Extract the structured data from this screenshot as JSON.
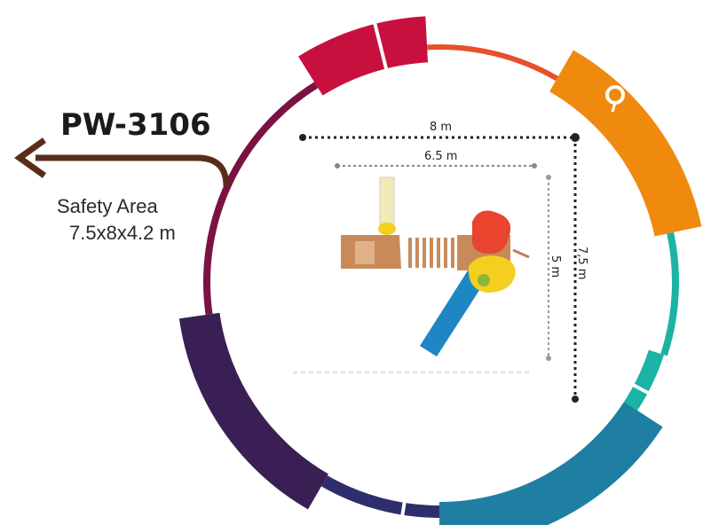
{
  "product": {
    "code": "PW-3106",
    "safety_label": "Safety Area",
    "safety_dims": "7.5x8x4.2 m"
  },
  "dimensions": {
    "outer_width": "8 m",
    "inner_width": "6.5 m",
    "outer_depth": "7,5 m",
    "inner_depth": "5 m"
  },
  "colors": {
    "arrow": "#5a2d1a",
    "ring_segments": [
      "#c8103e",
      "#e8502a",
      "#f08a0f",
      "#1bb3a3",
      "#1f7fa3",
      "#2e2e6e",
      "#3a1f55",
      "#7a1242"
    ],
    "slide": "#1f86c4",
    "roof_red": "#e8442e",
    "roof_yellow": "#f4cf1f",
    "wood": "#c98a5a"
  },
  "icons": [
    "left-arrow-icon",
    "key-icon"
  ]
}
